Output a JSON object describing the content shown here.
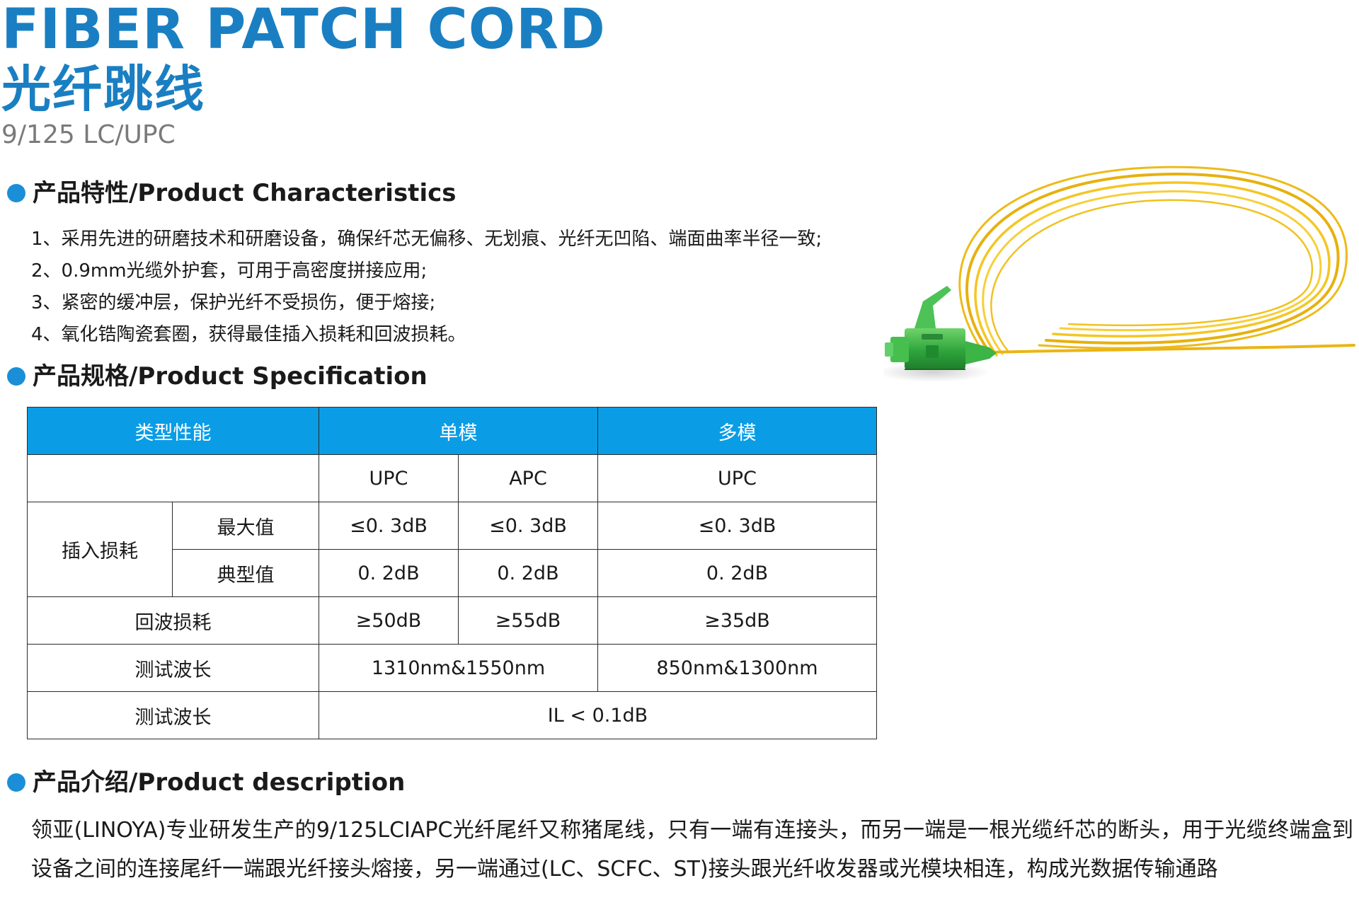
{
  "header": {
    "title_en": "FIBER PATCH CORD",
    "title_cn": "光纤跳线",
    "model": "9/125 LC/UPC"
  },
  "characteristics": {
    "heading": "产品特性/Product Characteristics",
    "items": [
      "1、采用先进的研磨技术和研磨设备，确保纤芯无偏移、无划痕、光纤无凹陷、端面曲率半径一致;",
      "2、0.9mm光缆外护套，可用于高密度拼接应用;",
      "3、紧密的缓冲层，保护光纤不受损伤，便于熔接;",
      "4、氧化锆陶瓷套圈，获得最佳插入损耗和回波损耗。"
    ]
  },
  "specification": {
    "heading": "产品规格/Product Specification",
    "header_row": [
      "类型性能",
      "单模",
      "多模"
    ],
    "sub_row": [
      "",
      "UPC",
      "APC",
      "UPC"
    ],
    "insertion_loss": {
      "label": "插入损耗",
      "max": {
        "label": "最大值",
        "values": [
          "≤0. 3dB",
          "≤0. 3dB",
          "≤0. 3dB"
        ]
      },
      "typical": {
        "label": "典型值",
        "values": [
          "0. 2dB",
          "0. 2dB",
          "0. 2dB"
        ]
      }
    },
    "return_loss": {
      "label": "回波损耗",
      "values": [
        "≥50dB",
        "≥55dB",
        "≥35dB"
      ]
    },
    "test_wavelength": {
      "label": "测试波长",
      "values": [
        "1310nm&1550nm",
        "850nm&1300nm"
      ]
    },
    "test_wavelength_2": {
      "label": "测试波长",
      "value": "IL < 0.1dB"
    }
  },
  "description": {
    "heading": "产品介绍/Product description",
    "text": "领亚(LINOYA)专业研发生产的9/125LCIAPC光纤尾纤又称猪尾线，只有一端有连接头，而另一端是一根光缆纤芯的断头，用于光缆终端盒到设备之间的连接尾纤一端跟光纤接头熔接，另一端通过(LC、SCFC、ST)接头跟光纤收发器或光模块相连，构成光数据传输通路"
  },
  "colors": {
    "title": "#1a7fc2",
    "bullet": "#1a8fd8",
    "table_header": "#0a9de6",
    "cable": "#f2c21a",
    "connector": "#3fb54a"
  },
  "icons": {
    "bullet": "bullet-dot-icon",
    "product": "fiber-pigtail-image"
  }
}
